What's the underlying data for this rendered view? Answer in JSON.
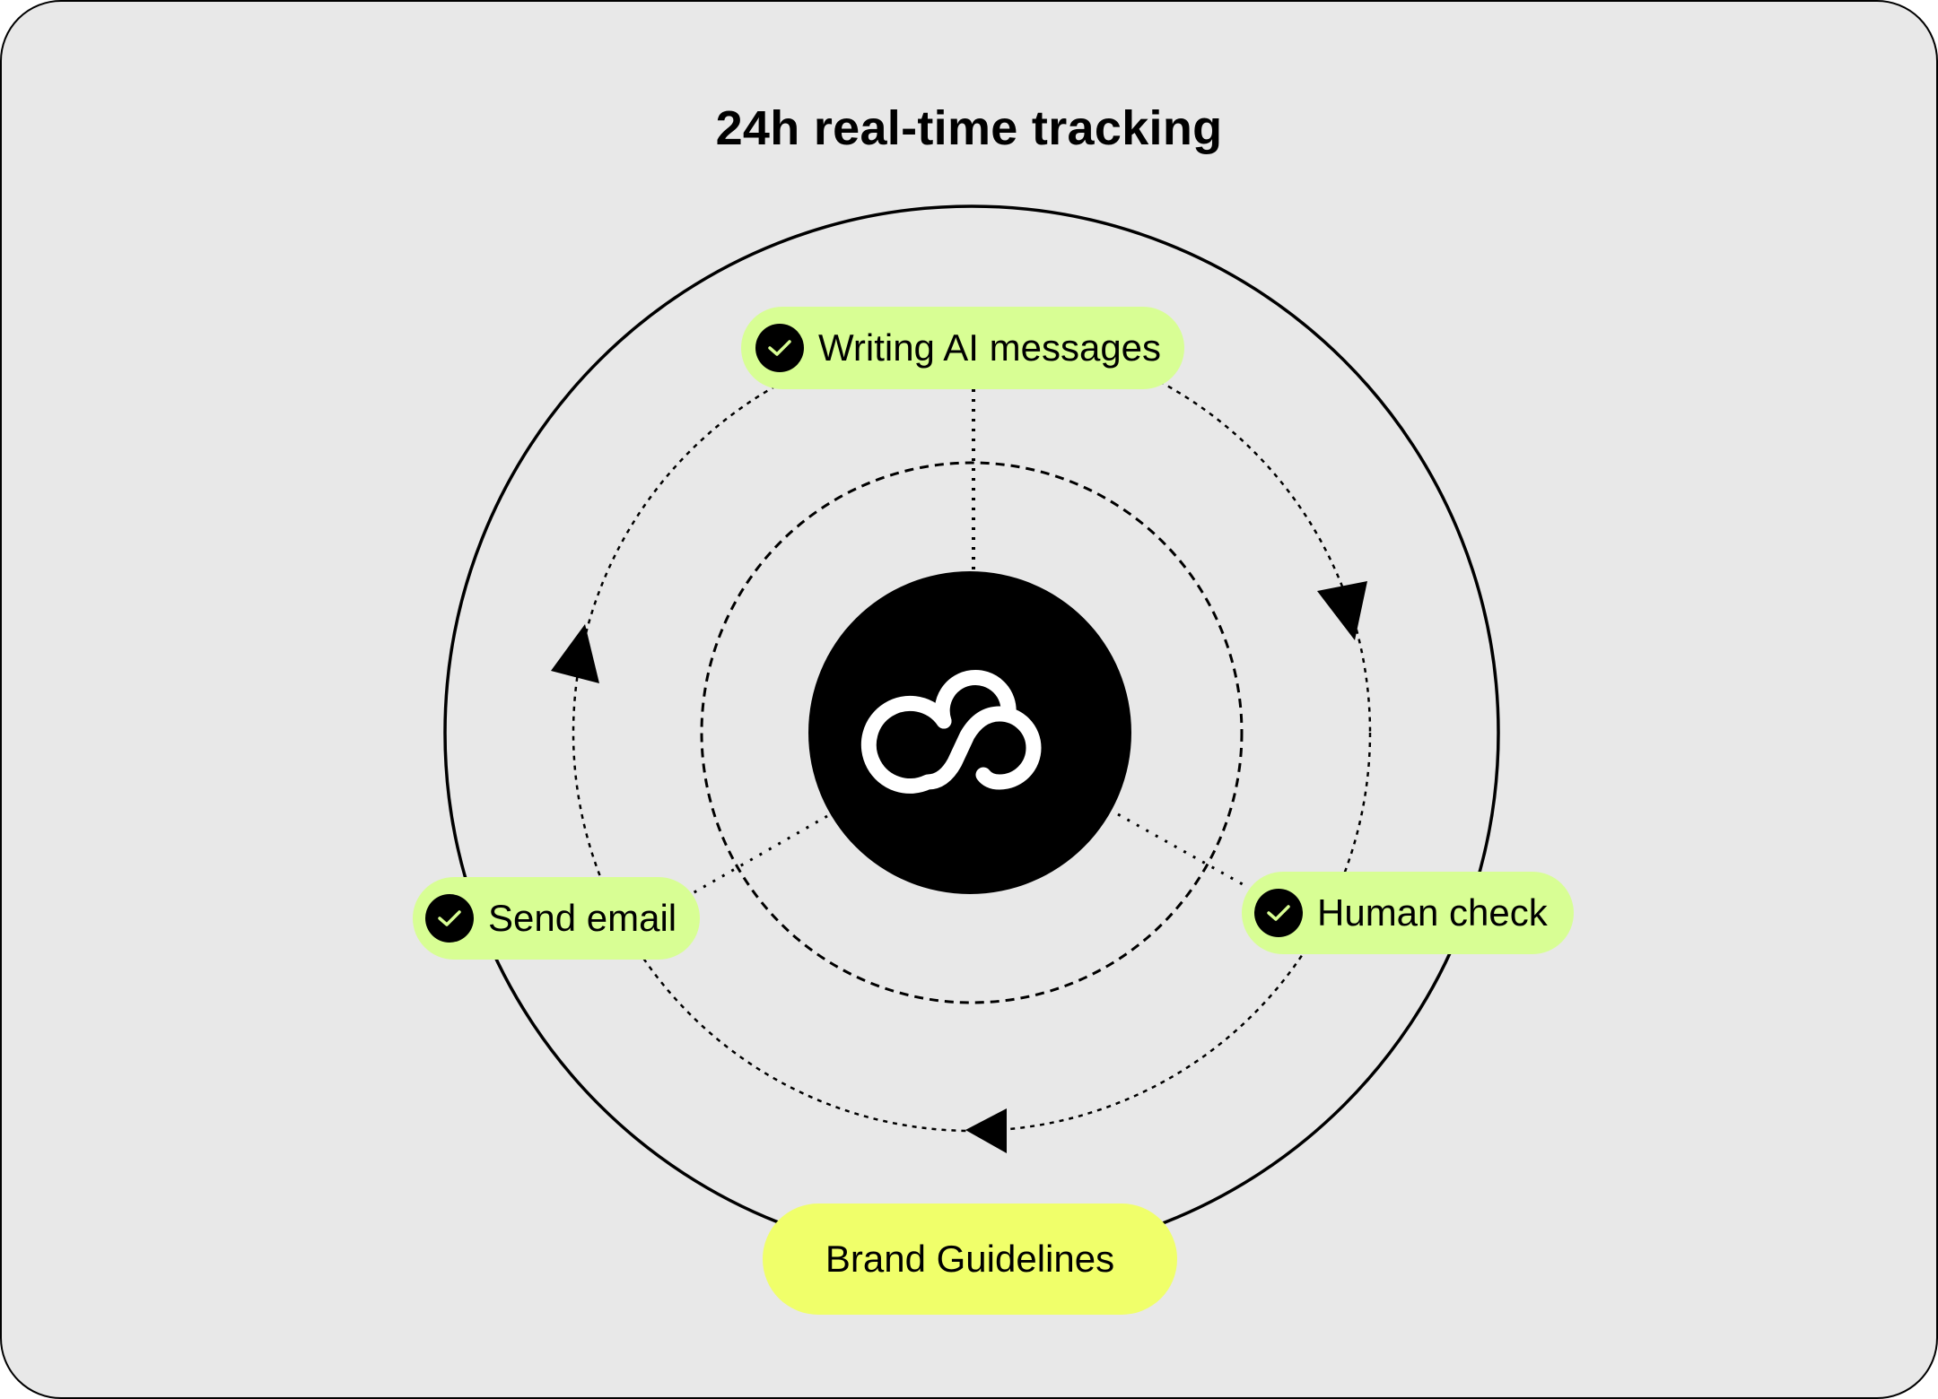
{
  "title": "24h real-time tracking",
  "steps": [
    {
      "label": "Writing AI messages",
      "icon": "check-icon",
      "color": "#d8fe94"
    },
    {
      "label": "Human check",
      "icon": "check-icon",
      "color": "#d8fe94"
    },
    {
      "label": "Send email",
      "icon": "check-icon",
      "color": "#d8fe94"
    }
  ],
  "foundation": {
    "label": "Brand Guidelines",
    "color": "#f0ff6a"
  },
  "hub": {
    "icon": "cloud-infinity-icon",
    "color": "#000000"
  },
  "flow_direction": "clockwise"
}
